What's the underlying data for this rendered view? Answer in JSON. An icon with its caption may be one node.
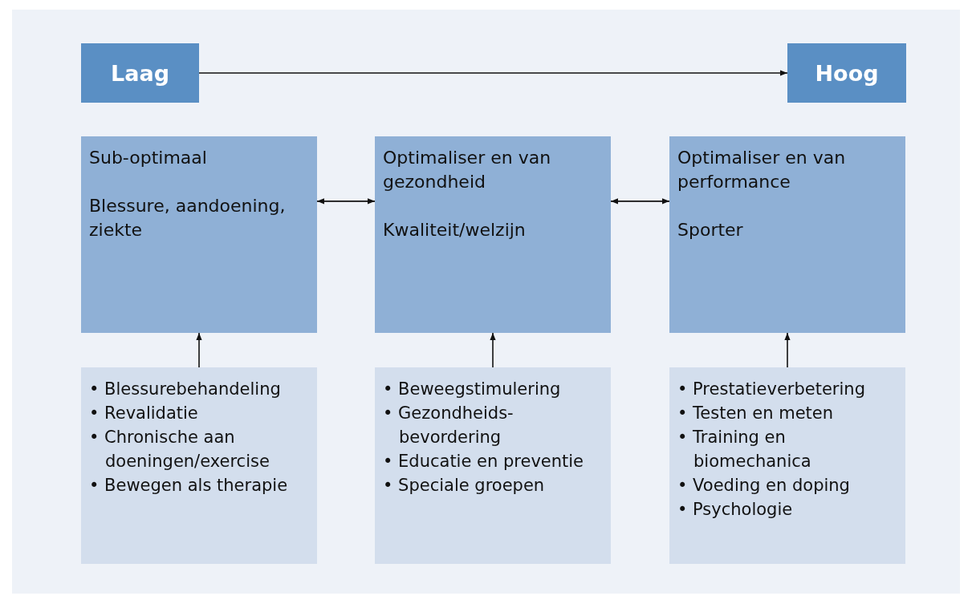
{
  "diagram": {
    "nodes": [
      {
        "text": [
          "Laag"
        ]
      },
      {
        "text": [
          "Hoog"
        ]
      },
      {
        "text": [
          "Sub-optimaal",
          "Blessure, aandoening, ziekte"
        ]
      },
      {
        "text": [
          "Optimaliser en van gezondheid",
          "Kwaliteit/welzijn"
        ]
      },
      {
        "text": [
          "Optimaliser en van performance",
          "Sporter"
        ]
      },
      {
        "text": [
          "• Blessurebehandeling",
          "• Revalidatie",
          "• Chronische aan doeningen/exercise",
          "• Bewegen als therapie"
        ]
      },
      {
        "text": [
          "• Beweegstimulering",
          "• Gezondheids- bevordering",
          "• Educatie en preventie",
          "• Speciale groepen"
        ]
      },
      {
        "text": [
          "• Prestatieverbetering",
          "• Testen en meten",
          "• Training en biomechanica",
          "• Voeding en doping",
          "• Psychologie"
        ]
      }
    ],
    "edges": [
      {
        "from": 0,
        "to": 1,
        "arrow": "to"
      },
      {
        "from": 2,
        "to": 3,
        "arrow": "both"
      },
      {
        "from": 3,
        "to": 4,
        "arrow": "both"
      },
      {
        "from": 5,
        "to": 2,
        "arrow": "to"
      },
      {
        "from": 6,
        "to": 3,
        "arrow": "to"
      },
      {
        "from": 7,
        "to": 4,
        "arrow": "to"
      }
    ]
  }
}
